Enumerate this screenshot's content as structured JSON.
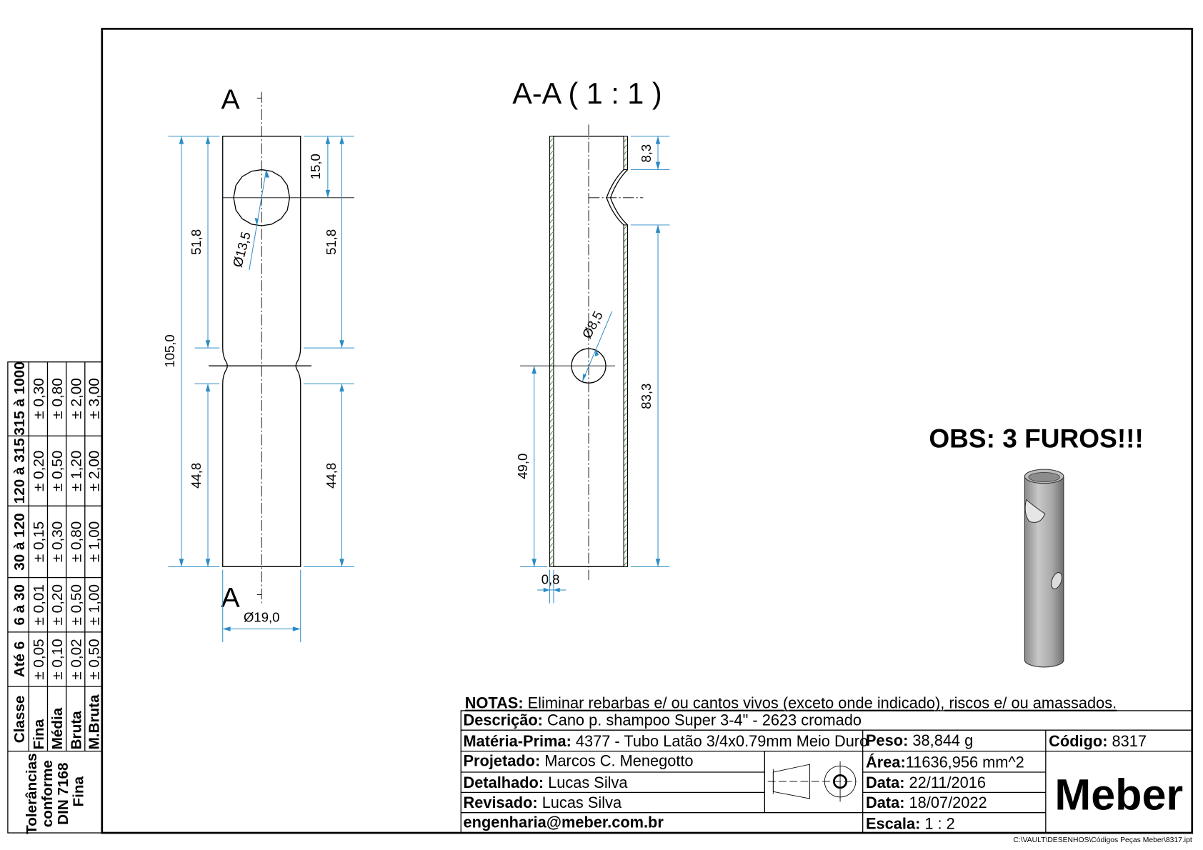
{
  "drawing": {
    "section_marker_top": "A",
    "section_marker_bottom": "A",
    "section_title": "A-A ( 1 : 1 )",
    "note_obs": "OBS: 3 FUROS!!!",
    "front_view_dims": {
      "overall_length": "105,0",
      "left_upper": "51,8",
      "left_lower": "44,8",
      "right_top": "15,0",
      "right_upper": "51,8",
      "right_lower": "44,8",
      "hole_diameter": "Ø13,5",
      "tube_diameter": "Ø19,0"
    },
    "section_view_dims": {
      "top_offset": "8,3",
      "lower_length": "83,3",
      "hole_height": "49,0",
      "wall_thickness": "0,8",
      "hole_diameter": "Ø8,5"
    }
  },
  "title_block": {
    "notes_label": "NOTAS:",
    "notes_text": " Eliminar rebarbas e/ ou cantos vivos (exceto onde indicado), riscos e/ ou amassados.",
    "descricao_label": "Descrição:",
    "descricao_value": " Cano p. shampoo Super 3-4\" - 2623 cromado",
    "materia_label": "Matéria-Prima:",
    "materia_value": " 4377 - Tubo Latão 3/4x0.79mm Meio Duro",
    "peso_label": "Peso:",
    "peso_value": " 38,844 g",
    "codigo_label": "Código:",
    "codigo_value": " 8317",
    "projetado_label": "Projetado:",
    "projetado_value": " Marcos C. Menegotto",
    "detalhado_label": "Detalhado:",
    "detalhado_value": " Lucas Silva",
    "revisado_label": "Revisado:",
    "revisado_value": " Lucas Silva",
    "email": "engenharia@meber.com.br",
    "area_label": "Área:",
    "area_value": "11636,956 mm^2",
    "data1_label": "Data:",
    "data1_value": " 22/11/2016",
    "data2_label": "Data:",
    "data2_value": " 18/07/2022",
    "escala_label": "Escala:",
    "escala_value": " 1 : 2",
    "logo": "Meber",
    "file_path": "C:\\VAULT\\DESENHOS\\Códigos Peças Meber\\8317.ipt"
  },
  "tolerance_table": {
    "title": [
      "Tolerâncias",
      "conforme",
      "DIN 7168",
      "Fina"
    ],
    "header_class": "Classe",
    "ranges": [
      "Até 6",
      "6 à 30",
      "30 à 120",
      "120 à 315",
      "315 à 1000"
    ],
    "rows": [
      {
        "class": "Fina",
        "values": [
          "± 0,05",
          "± 0,01",
          "± 0,15",
          "± 0,20",
          "± 0,30"
        ]
      },
      {
        "class": "Média",
        "values": [
          "± 0,10",
          "± 0,20",
          "± 0,30",
          "± 0,50",
          "± 0,80"
        ]
      },
      {
        "class": "Bruta",
        "values": [
          "± 0,02",
          "± 0,50",
          "± 0,80",
          "± 1,20",
          "± 2,00"
        ]
      },
      {
        "class": "M.Bruta",
        "values": [
          "± 0,50",
          "± 1,00",
          "± 1,00",
          "± 2,00",
          "± 3,00"
        ]
      }
    ]
  }
}
